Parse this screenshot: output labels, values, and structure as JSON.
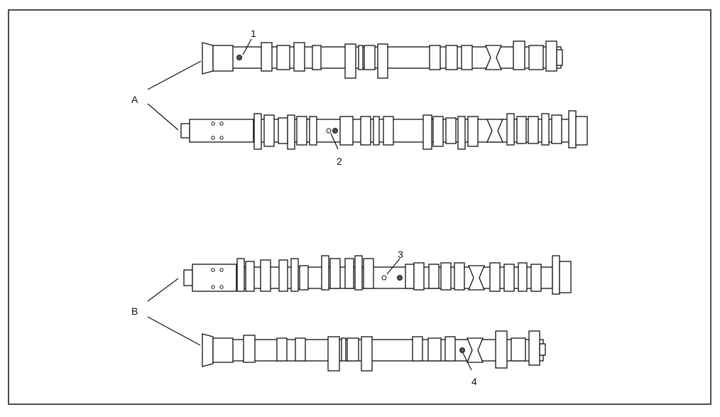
{
  "group_labels": {
    "a": "A",
    "b": "B"
  },
  "callouts": {
    "c1": "1",
    "c2": "2",
    "c3": "3",
    "c4": "4"
  }
}
